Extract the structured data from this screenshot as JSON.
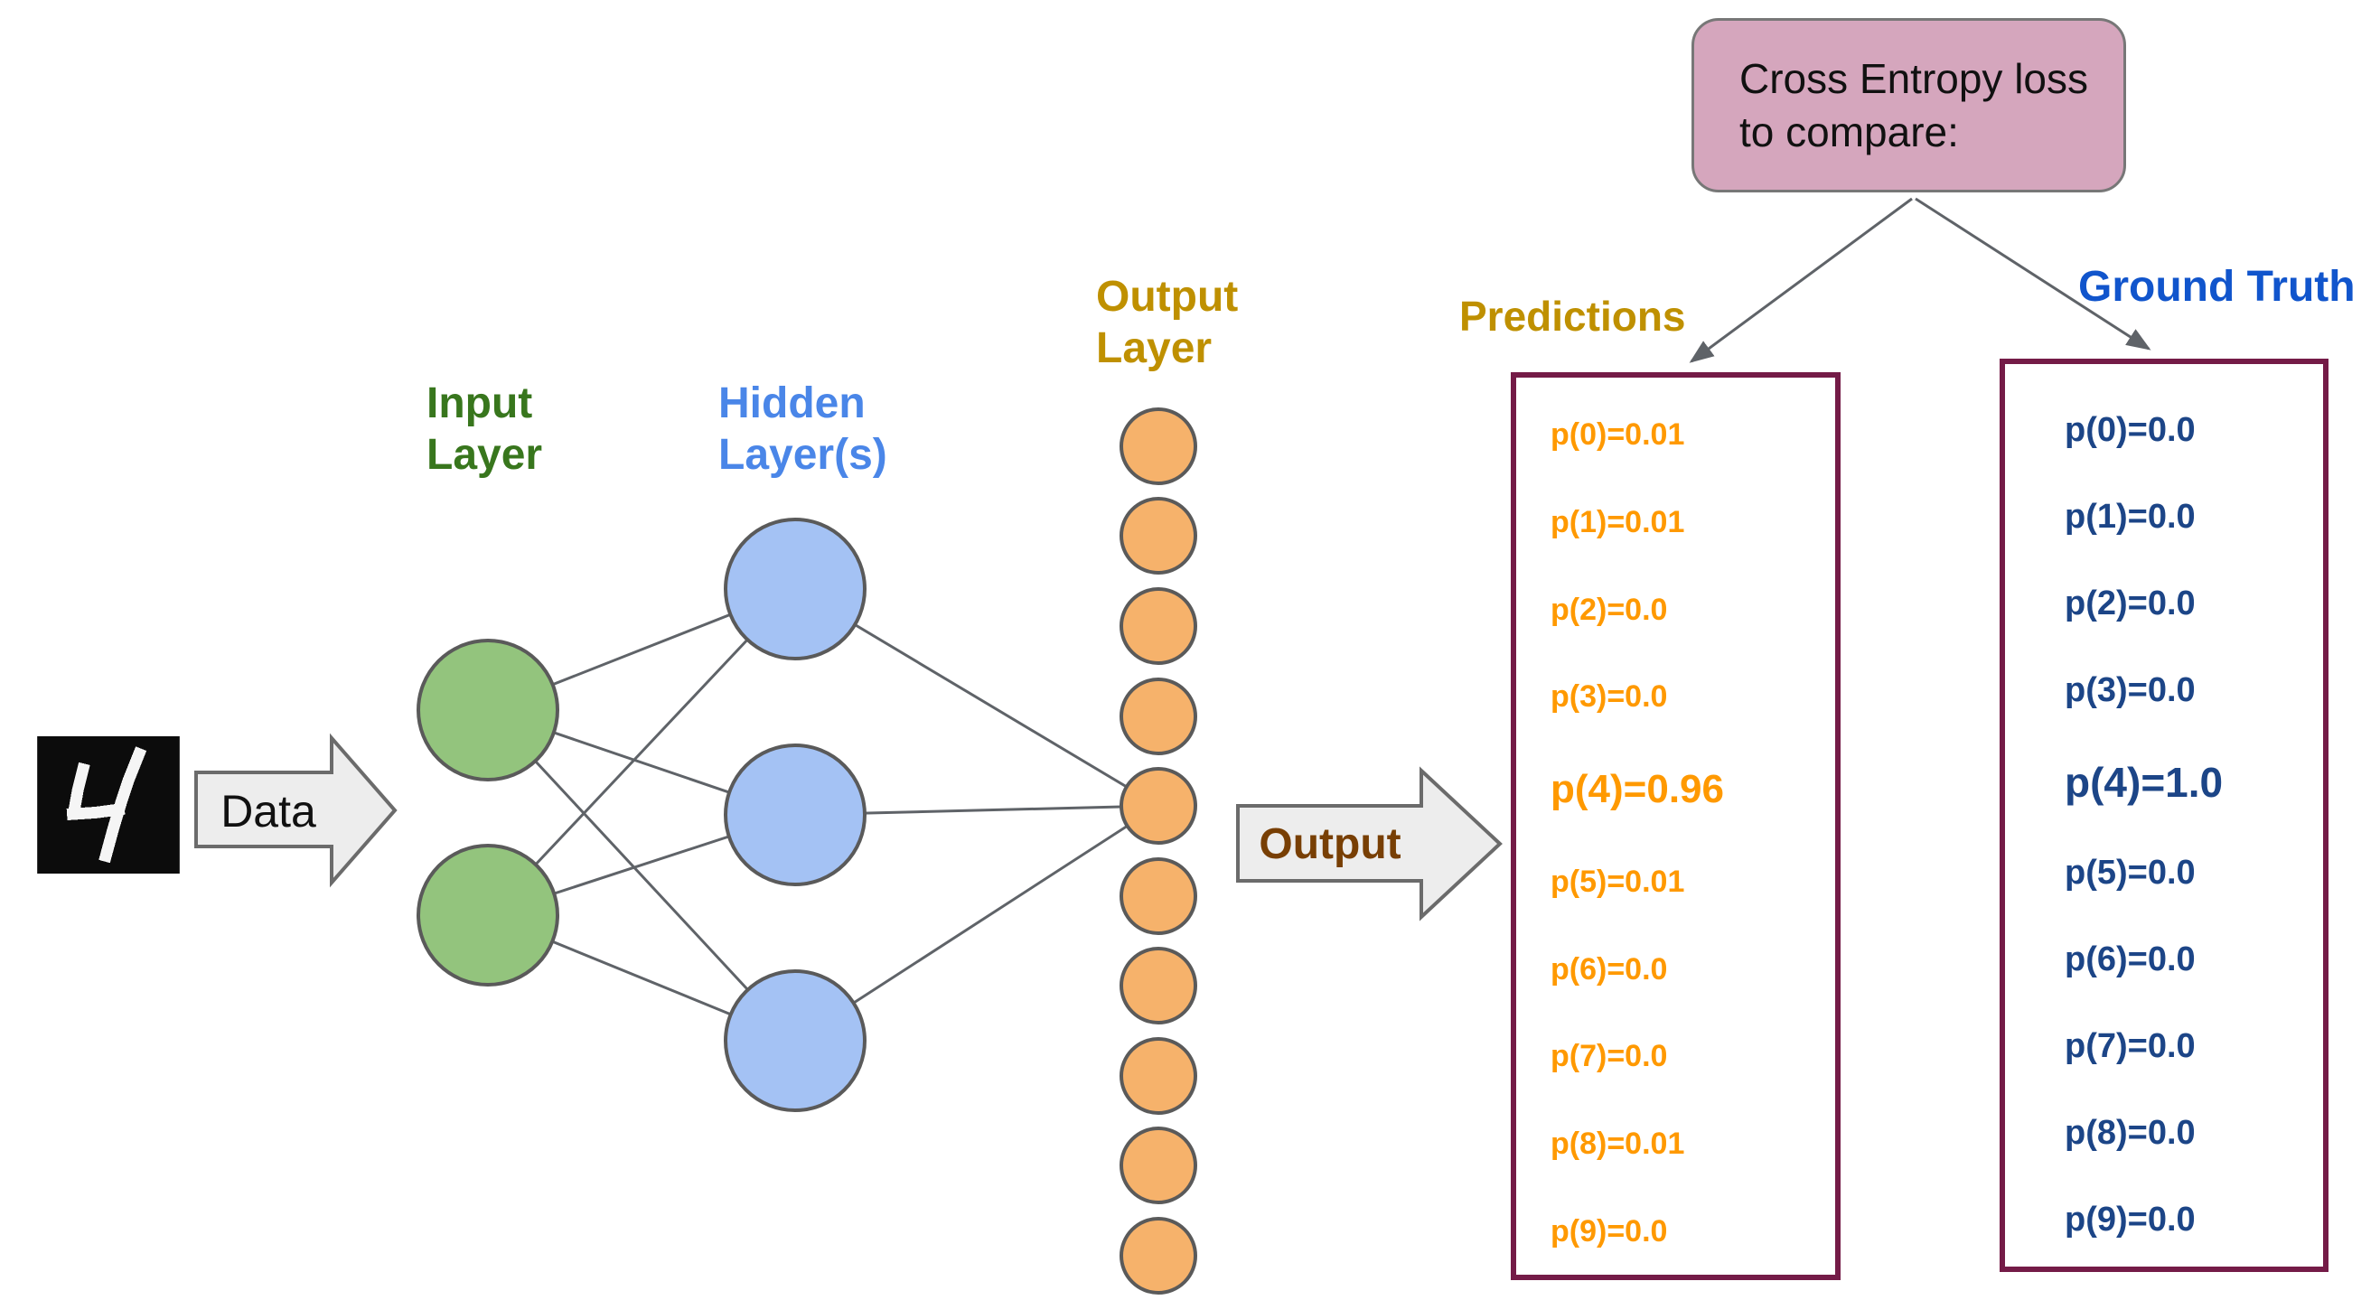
{
  "colors": {
    "input_node_fill": "#93c47d",
    "hidden_node_fill": "#a4c2f4",
    "output_node_fill": "#f6b26b",
    "node_stroke": "#5a5a5a",
    "connector": "#5f6368",
    "arrow_fill": "#ededed",
    "loss_box_fill": "#d5a6bd",
    "value_box_border": "#741b47",
    "predictions_text": "#ff9900",
    "ground_truth_text": "#1c4587",
    "predictions_title": "#bf9000",
    "ground_truth_title": "#1155cc",
    "output_arrow_text": "#783f04",
    "input_label": "#38761d",
    "hidden_label": "#4a86e8",
    "output_layer_label": "#bf9000"
  },
  "mnist": {
    "digit": "4"
  },
  "data_arrow": {
    "label": "Data"
  },
  "output_arrow": {
    "label": "Output"
  },
  "layers": {
    "input": {
      "line1": "Input",
      "line2": "Layer",
      "node_count": 2
    },
    "hidden": {
      "line1": "Hidden",
      "line2": "Layer(s)",
      "node_count": 3
    },
    "output": {
      "line1": "Output",
      "line2": "Layer",
      "node_count": 10
    }
  },
  "loss_box": {
    "line1": "Cross Entropy loss",
    "line2": "to compare:"
  },
  "predictions": {
    "title": "Predictions",
    "highlight_index": 4,
    "rows": [
      "p(0)=0.01",
      "p(1)=0.01",
      "p(2)=0.0",
      "p(3)=0.0",
      "p(4)=0.96",
      "p(5)=0.01",
      "p(6)=0.0",
      "p(7)=0.0",
      "p(8)=0.01",
      "p(9)=0.0"
    ]
  },
  "ground_truth": {
    "title": "Ground Truth",
    "highlight_index": 4,
    "rows": [
      "p(0)=0.0",
      "p(1)=0.0",
      "p(2)=0.0",
      "p(3)=0.0",
      "p(4)=1.0",
      "p(5)=0.0",
      "p(6)=0.0",
      "p(7)=0.0",
      "p(8)=0.0",
      "p(9)=0.0"
    ]
  }
}
